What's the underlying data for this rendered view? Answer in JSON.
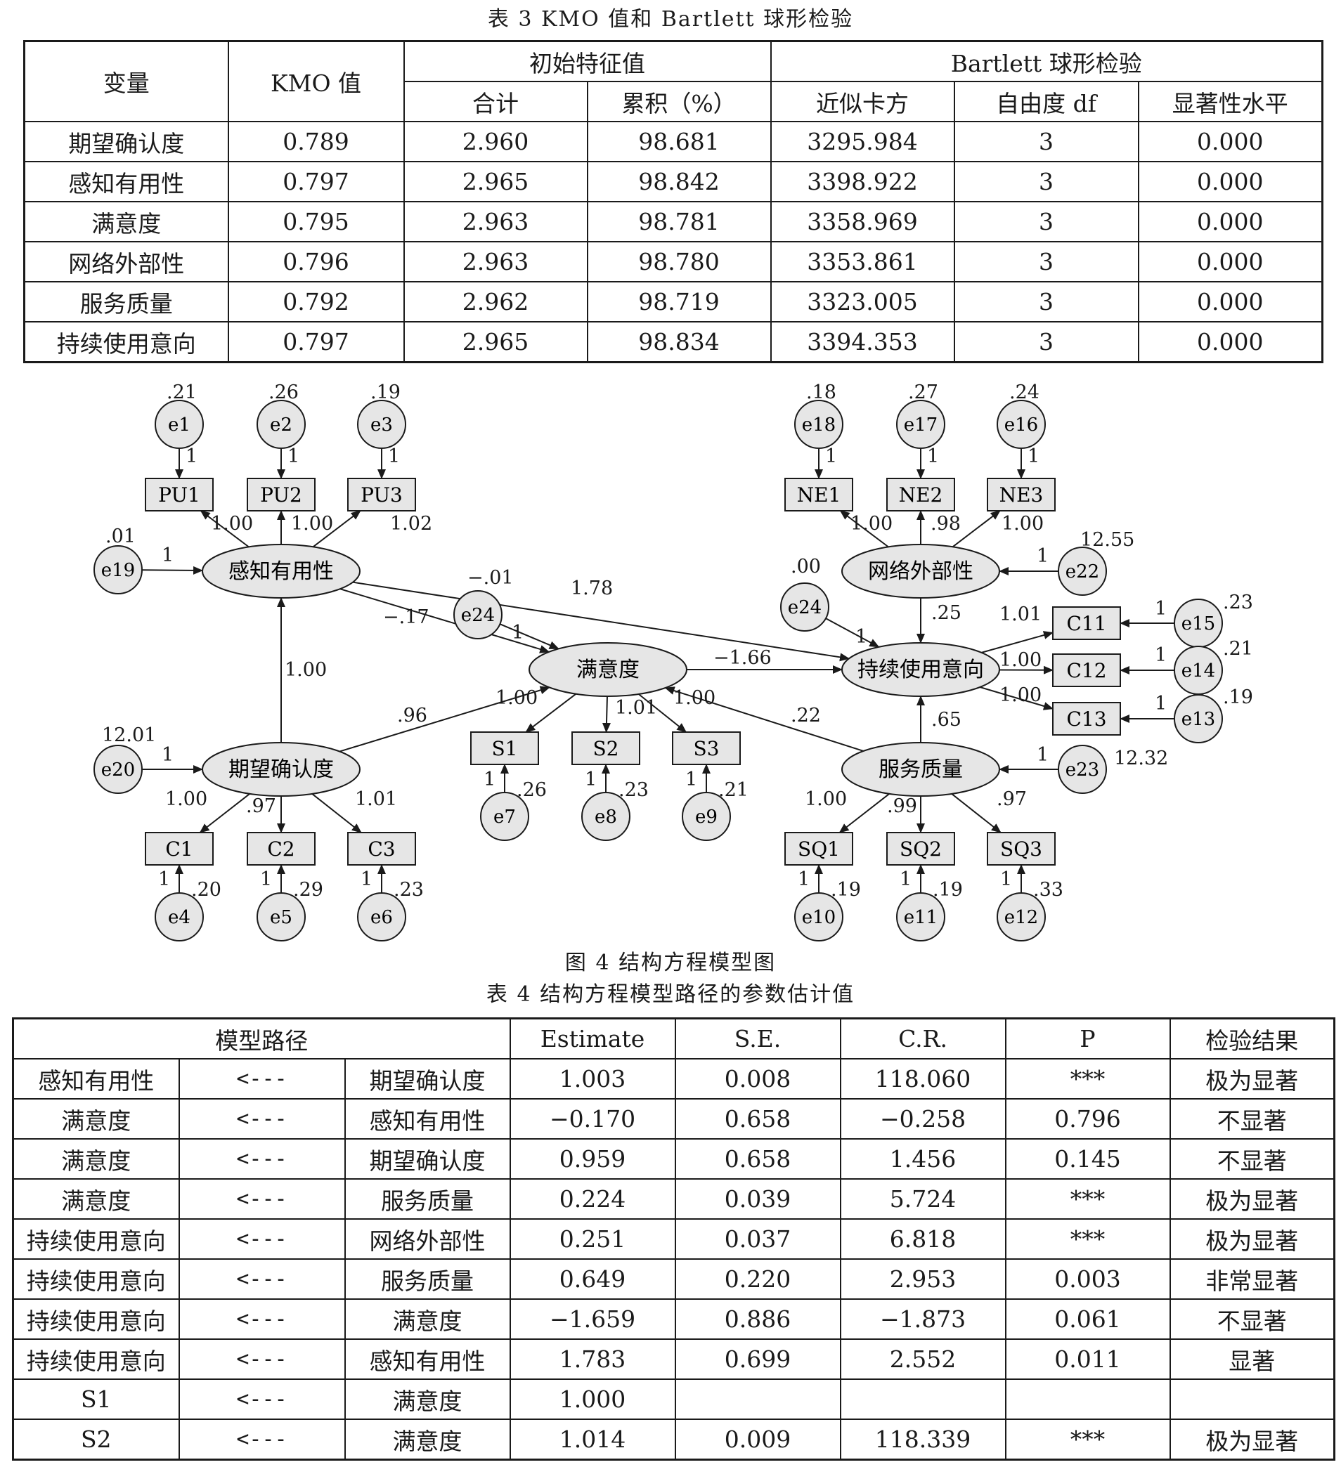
{
  "table3": {
    "caption": "表 3   KMO 值和 Bartlett 球形检验",
    "header": {
      "variable": "变量",
      "kmo": "KMO 值",
      "initial": "初始特征值",
      "bartlett": "Bartlett 球形检验",
      "total": "合计",
      "cumulative": "累积（%）",
      "chi": "近似卡方",
      "df": "自由度 df",
      "sig": "显著性水平"
    },
    "rows": [
      [
        "期望确认度",
        "0.789",
        "2.960",
        "98.681",
        "3295.984",
        "3",
        "0.000"
      ],
      [
        "感知有用性",
        "0.797",
        "2.965",
        "98.842",
        "3398.922",
        "3",
        "0.000"
      ],
      [
        "满意度",
        "0.795",
        "2.963",
        "98.781",
        "3358.969",
        "3",
        "0.000"
      ],
      [
        "网络外部性",
        "0.796",
        "2.963",
        "98.780",
        "3353.861",
        "3",
        "0.000"
      ],
      [
        "服务质量",
        "0.792",
        "2.962",
        "98.719",
        "3323.005",
        "3",
        "0.000"
      ],
      [
        "持续使用意向",
        "0.797",
        "2.965",
        "98.834",
        "3394.353",
        "3",
        "0.000"
      ]
    ]
  },
  "figure4": {
    "caption": "图 4   结构方程模型图",
    "latent": {
      "pu": "感知有用性",
      "ec": "期望确认度",
      "sat": "满意度",
      "ne": "网络外部性",
      "ci": "持续使用意向",
      "sq": "服务质量"
    },
    "observed": {
      "pu1": "PU1",
      "pu2": "PU2",
      "pu3": "PU3",
      "ne1": "NE1",
      "ne2": "NE2",
      "ne3": "NE3",
      "c11": "C11",
      "c12": "C12",
      "c13": "C13",
      "s1": "S1",
      "s2": "S2",
      "s3": "S3",
      "c1": "C1",
      "c2": "C2",
      "c3": "C3",
      "sq1": "SQ1",
      "sq2": "SQ2",
      "sq3": "SQ3"
    },
    "errors": {
      "e1": "e1",
      "e2": "e2",
      "e3": "e3",
      "e4": "e4",
      "e5": "e5",
      "e6": "e6",
      "e7": "e7",
      "e8": "e8",
      "e9": "e9",
      "e10": "e10",
      "e11": "e11",
      "e12": "e12",
      "e13": "e13",
      "e14": "e14",
      "e15": "e15",
      "e16": "e16",
      "e17": "e17",
      "e18": "e18",
      "e19": "e19",
      "e20": "e20",
      "e22": "e22",
      "e23": "e23",
      "e24a": "e24",
      "e24b": "e24"
    },
    "variances": {
      "e1": ".21",
      "e2": ".26",
      "e3": ".19",
      "e18": ".18",
      "e17": ".27",
      "e16": ".24",
      "e19": ".01",
      "e20": "12.01",
      "e22": "12.55",
      "e23": "12.32",
      "e24a": ".00",
      "e15": ".23",
      "e14": ".21",
      "e13": ".19",
      "e7": ".26",
      "e8": ".23",
      "e9": ".21",
      "e4": ".20",
      "e5": ".29",
      "e6": ".23",
      "e10": ".19",
      "e11": ".19",
      "e12": ".33"
    },
    "paths": {
      "pu_sat": "−.17",
      "pu_ci_a": "−.01",
      "pu_ci_b": "1.78",
      "ec_pu": "1.00",
      "ec_sat": ".96",
      "sat_ci": "−1.66",
      "ne_ci": ".25",
      "sq_ci": ".65",
      "sq_sat": ".22"
    },
    "loadings": {
      "pu1": "1.00",
      "pu2": "1.00",
      "pu3": "1.02",
      "ne1": "1.00",
      "ne2": ".98",
      "ne3": "1.00",
      "c11": "1.01",
      "c12": "1.00",
      "c13": "1.00",
      "s1": "1.00",
      "s2": "1.01",
      "s3": "1.00",
      "c1": "1.00",
      "c2": ".97",
      "c3": "1.01",
      "sq1": "1.00",
      "sq2": ".99",
      "sq3": ".97"
    },
    "fixed_one": "1"
  },
  "table4": {
    "caption": "表 4   结构方程模型路径的参数估计值",
    "header": {
      "path": "模型路径",
      "estimate": "Estimate",
      "se": "S.E.",
      "cr": "C.R.",
      "p": "P",
      "result": "检验结果"
    },
    "arrow": "<---",
    "rows": [
      [
        "感知有用性",
        "期望确认度",
        "1.003",
        "0.008",
        "118.060",
        "***",
        "极为显著"
      ],
      [
        "满意度",
        "感知有用性",
        "−0.170",
        "0.658",
        "−0.258",
        "0.796",
        "不显著"
      ],
      [
        "满意度",
        "期望确认度",
        "0.959",
        "0.658",
        "1.456",
        "0.145",
        "不显著"
      ],
      [
        "满意度",
        "服务质量",
        "0.224",
        "0.039",
        "5.724",
        "***",
        "极为显著"
      ],
      [
        "持续使用意向",
        "网络外部性",
        "0.251",
        "0.037",
        "6.818",
        "***",
        "极为显著"
      ],
      [
        "持续使用意向",
        "服务质量",
        "0.649",
        "0.220",
        "2.953",
        "0.003",
        "非常显著"
      ],
      [
        "持续使用意向",
        "满意度",
        "−1.659",
        "0.886",
        "−1.873",
        "0.061",
        "不显著"
      ],
      [
        "持续使用意向",
        "感知有用性",
        "1.783",
        "0.699",
        "2.552",
        "0.011",
        "显著"
      ],
      [
        "S1",
        "满意度",
        "1.000",
        "",
        "",
        "",
        ""
      ],
      [
        "S2",
        "满意度",
        "1.014",
        "0.009",
        "118.339",
        "***",
        "极为显著"
      ]
    ]
  }
}
